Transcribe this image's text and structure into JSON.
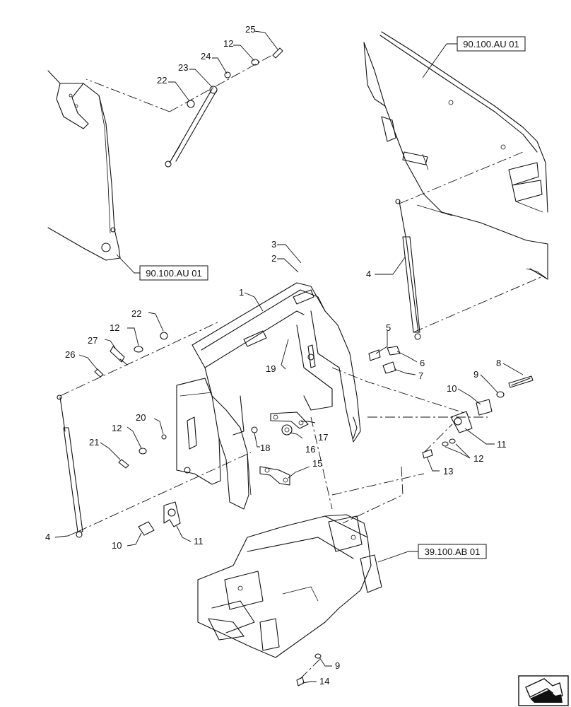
{
  "references": {
    "top_right": "90.100.AU 01",
    "left": "90.100.AU 01",
    "bottom_right": "39.100.AB 01"
  },
  "labels": {
    "p1": "1",
    "p2": "2",
    "p3": "3",
    "p4a": "4",
    "p4b": "4",
    "p5": "5",
    "p6": "6",
    "p7": "7",
    "p8": "8",
    "p9a": "9",
    "p9b": "9",
    "p10a": "10",
    "p10b": "10",
    "p11a": "11",
    "p11b": "11",
    "p12a": "12",
    "p12b": "12",
    "p12c": "12",
    "p12d": "12",
    "p13": "13",
    "p14": "14",
    "p15": "15",
    "p16": "16",
    "p17": "17",
    "p18": "18",
    "p19": "19",
    "p20": "20",
    "p21": "21",
    "p22a": "22",
    "p22b": "22",
    "p23": "23",
    "p24": "24",
    "p25": "25",
    "p26": "26",
    "p27": "27"
  },
  "icons": {
    "nav": "next-page-arrow-icon"
  }
}
